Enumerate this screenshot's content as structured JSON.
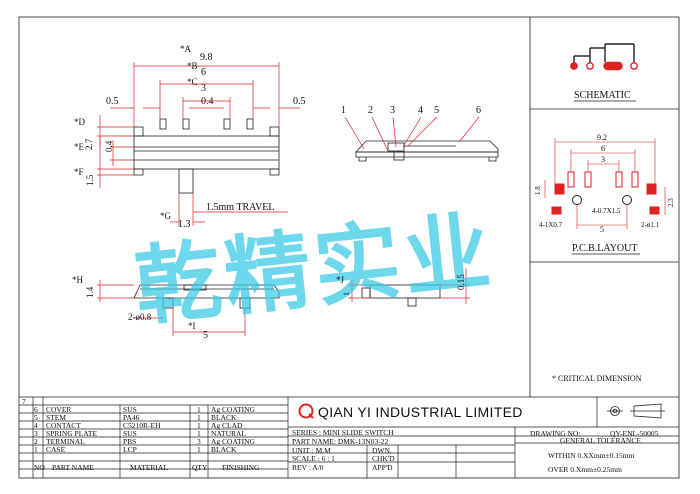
{
  "drawing": {
    "dims": {
      "A": "*A",
      "A_val": "9.8",
      "B": "*B",
      "B_val": "6",
      "C": "*C",
      "C_val": "3",
      "gap_left": "0.5",
      "gap_mid": "0.4",
      "gap_right": "0.5",
      "D": "*D",
      "E": "*E",
      "E_val": "2.7",
      "E_sub": "0.4",
      "F": "*F",
      "F_val": "1.5",
      "G": "*G",
      "G_val": "1.3",
      "travel": "1.5mm TRAVEL",
      "H": "*H",
      "H_val": "1.4",
      "hole": "2-ø0.8",
      "I": "*I",
      "I_val": "5",
      "J": "*J",
      "J_val": "1",
      "side_val": "0.15"
    },
    "callouts": [
      "1",
      "2",
      "3",
      "4",
      "5",
      "6"
    ],
    "schematic_title": "SCHEMATIC",
    "pcb": {
      "title": "P.C.B.LAYOUT",
      "w_total": "9.2",
      "w_mid": "6",
      "w_inner": "3",
      "h_left": "1.8",
      "pads": "4-0.7X1.5",
      "holes": "4-1X0.7",
      "span": "5",
      "round": "2-ø1.1",
      "h_right": "2.3"
    },
    "critical": "* CRITICAL DIMENSION"
  },
  "watermark": "乾精实业",
  "bom": {
    "revision": "7",
    "rows": [
      {
        "no": "6",
        "part": "COVER",
        "material": "SUS",
        "qty": "1",
        "finishing": "Ag COATING"
      },
      {
        "no": "5",
        "part": "STEM",
        "material": "PA46",
        "qty": "1",
        "finishing": "BLACK"
      },
      {
        "no": "4",
        "part": "CONTACT",
        "material": "C5210R-EH",
        "qty": "1",
        "finishing": "Ag CLAD"
      },
      {
        "no": "3",
        "part": "SPRING PLATE",
        "material": "SUS",
        "qty": "1",
        "finishing": "NATURAL"
      },
      {
        "no": "2",
        "part": "TERMINAL",
        "material": "PBS",
        "qty": "3",
        "finishing": "Ag COATING"
      },
      {
        "no": "1",
        "part": "CASE",
        "material": "LCP",
        "qty": "1",
        "finishing": "BLACK"
      }
    ],
    "header": {
      "no": "NO",
      "part": "PART NAME",
      "material": "MATERIAL",
      "qty": "QTY",
      "finishing": "FINISHING"
    }
  },
  "title_block": {
    "company": "QIAN YI INDUSTRIAL LIMITED",
    "drawing_no_label": "DRAWING NO:",
    "drawing_no": "QY-ENL-50005",
    "series": "SERIES : MINI SLIDE SWITCH",
    "part_name": "PART NAME: DMK-13N03-22",
    "unit": "UNIT : M.M",
    "dwn": "DWN.",
    "scale": "SCALE : 6 : 1",
    "chkd": "CHK'D",
    "rev": "REV  : A/0",
    "appd": "APP'D",
    "tol_title": "GENERAL TOLERANCE",
    "tol_within": "WITHIN 0.XXmm±0.15mm",
    "tol_over": "OVER   0.Xmm±0.25mm"
  }
}
